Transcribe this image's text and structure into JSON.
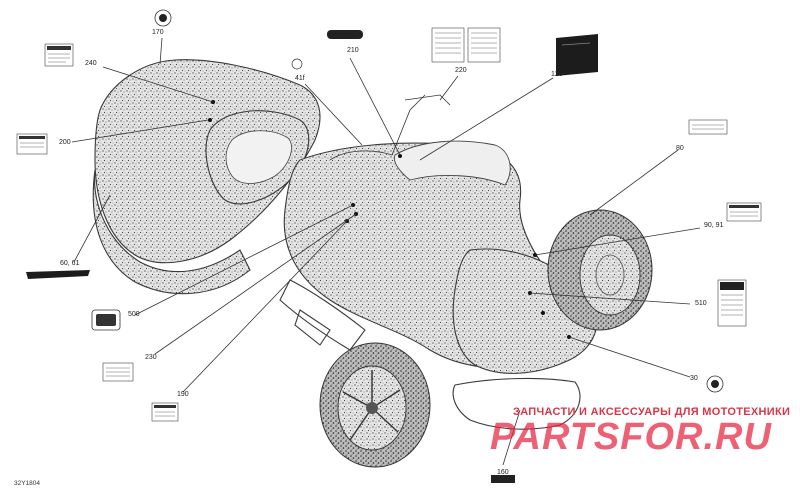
{
  "diagram_ref": "32Y1804",
  "callouts": [
    "170",
    "210",
    "240",
    "41f",
    "220",
    "120",
    "200",
    "80",
    "90, 91",
    "60, 61",
    "500",
    "510",
    "230",
    "30",
    "190",
    "160"
  ],
  "watermark": {
    "line1": "ЗАПЧАСТИ И АКСЕССУАРЫ ДЛЯ МОТОТЕХНИКИ",
    "line2": "PARTSFOR.RU"
  },
  "colors": {
    "watermark": "#e8233f",
    "ink": "#222222",
    "background": "#ffffff"
  }
}
